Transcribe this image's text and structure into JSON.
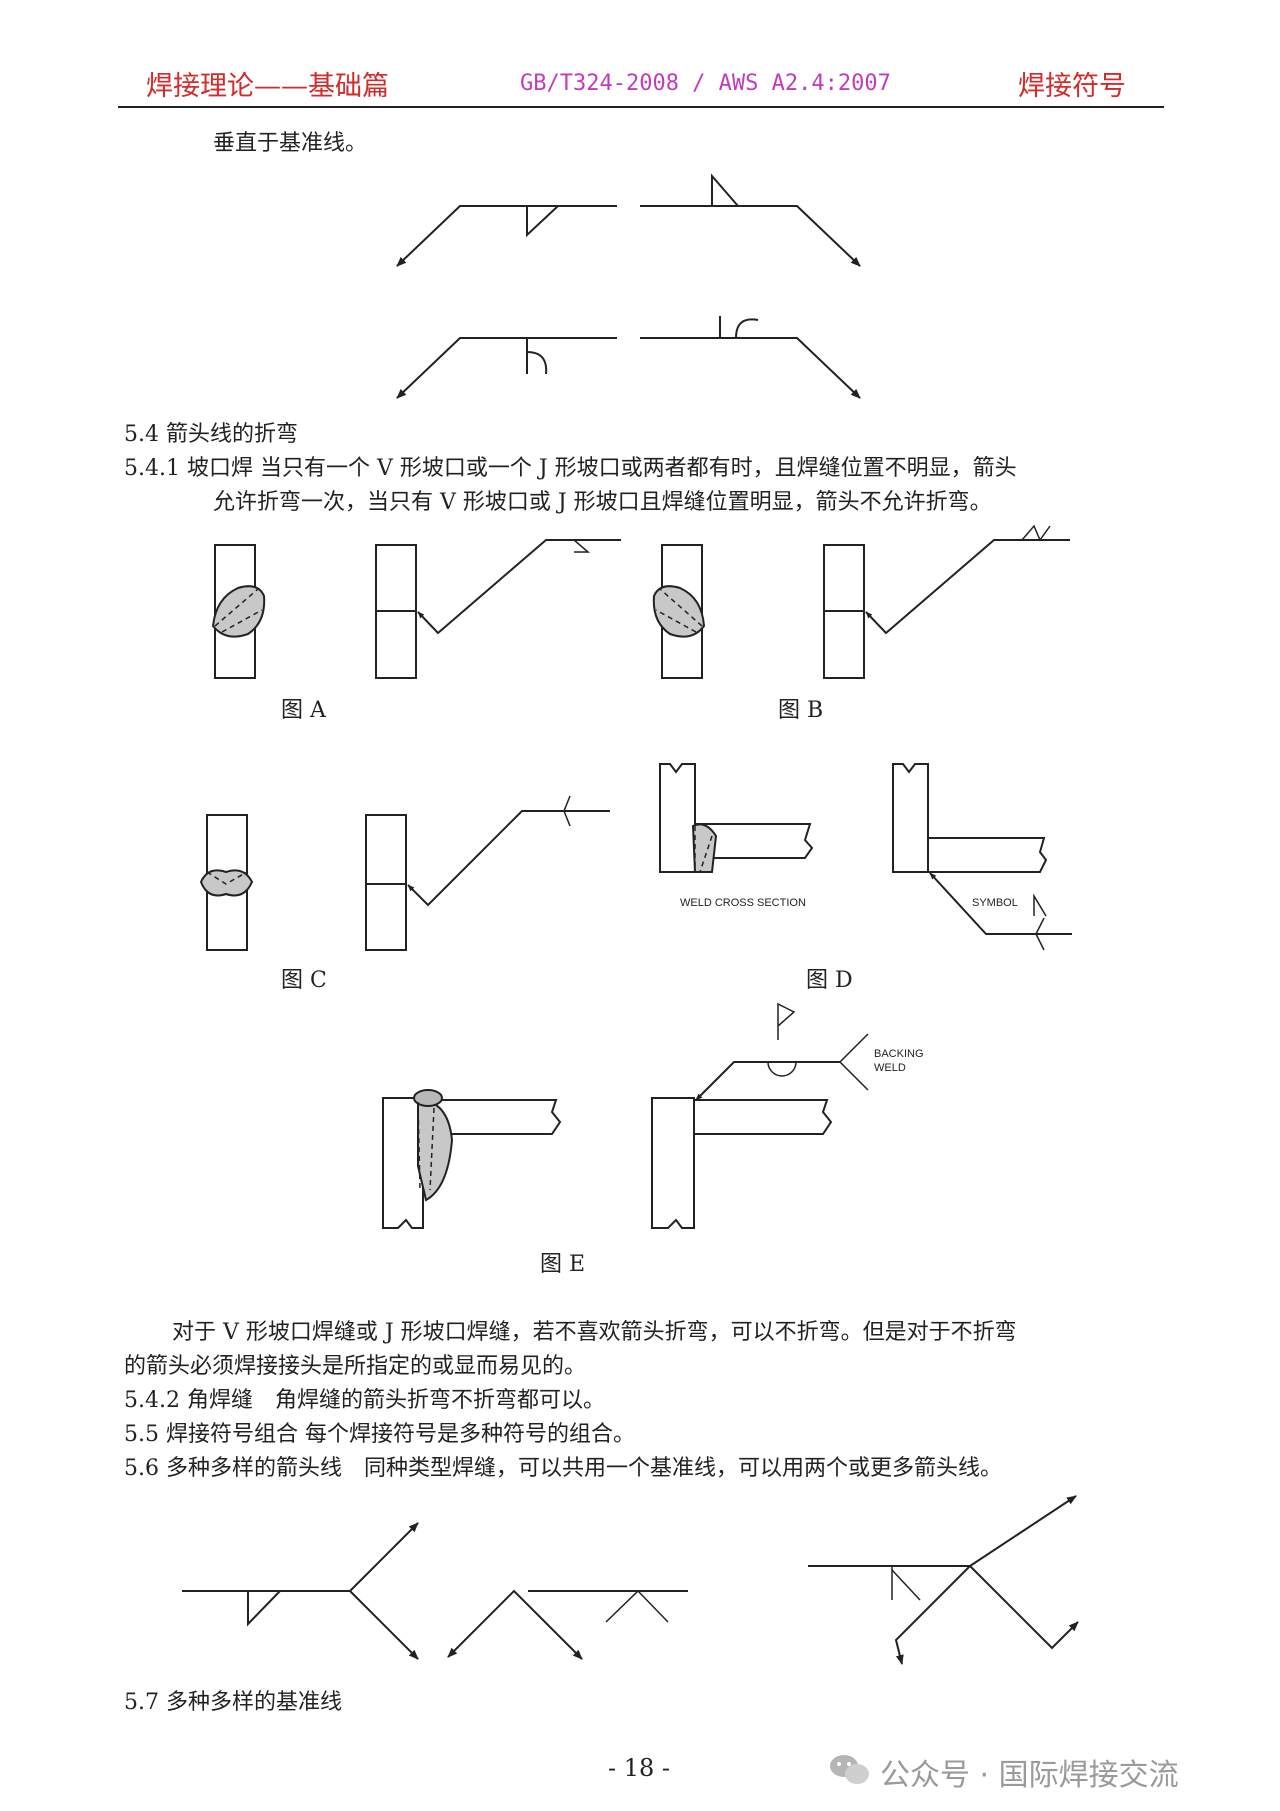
{
  "header": {
    "left_title": "焊接理论——基础篇",
    "standards": "GB/T324-2008 / AWS A2.4:2007",
    "right_title": "焊接符号"
  },
  "text": {
    "perpendicular_note": "垂直于基准线。",
    "s5_4": "5.4 箭头线的折弯",
    "s5_4_1_line1": "5.4.1 坡口焊 当只有一个 V 形坡口或一个 J 形坡口或两者都有时，且焊缝位置不明显，箭头",
    "s5_4_1_line2": "允许折弯一次，当只有 V 形坡口或 J 形坡口且焊缝位置明显，箭头不允许折弯。",
    "para1_line1": "对于 V 形坡口焊缝或 J 形坡口焊缝，若不喜欢箭头折弯，可以不折弯。但是对于不折弯",
    "para1_line2": "的箭头必须焊接接头是所指定的或显而易见的。",
    "s5_4_2": "5.4.2 角焊缝　角焊缝的箭头折弯不折弯都可以。",
    "s5_5": "5.5 焊接符号组合 每个焊接符号是多种符号的组合。",
    "s5_6": "5.6 多种多样的箭头线　同种类型焊缝，可以共用一个基准线，可以用两个或更多箭头线。",
    "s5_7": "5.7 多种多样的基准线"
  },
  "figures": {
    "fig_a": "图 A",
    "fig_b": "图 B",
    "fig_c": "图 C",
    "fig_d": "图 D",
    "fig_e": "图 E",
    "weld_cross_section": "WELD CROSS SECTION",
    "symbol": "SYMBOL",
    "backing_line1": "BACKING",
    "backing_line2": "WELD"
  },
  "footer": {
    "page_number": "- 18 -",
    "watermark": "公众号 · 国际焊接交流"
  },
  "colors": {
    "header_red": "#d42a2a",
    "header_magenta": "#c23bbd",
    "weld_fill": "#c8c8c8",
    "watermark_gray": "#9a9a9a"
  }
}
